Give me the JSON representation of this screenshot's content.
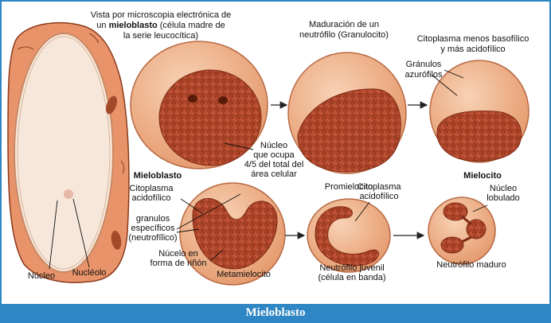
{
  "title_lines": [
    "Vista por microscopia electrónica de",
    "un |mieloblasto| (célula madre de",
    "la serie leucocítica)"
  ],
  "labels": {
    "maduracion": [
      "Maduración de un",
      "neutrófilo (Granulocito)"
    ],
    "citoplasma_menos": [
      "Citoplasma menos basofílico",
      "y más acidofílico"
    ],
    "granulos_azurofilos": [
      "Gránulos",
      "azurófilos"
    ],
    "nucleo_ocupa": [
      "Núcleo",
      "que ocupa",
      "4/5 del total del",
      "área celular"
    ],
    "mieloblasto_stage": "Mieloblasto",
    "promielocito": "Promielocito",
    "mielocito": "Mielocito",
    "citoplasma_acidofilico_left": [
      "Citoplasma",
      "acidofílico"
    ],
    "granulos_especificos": [
      "granulos",
      "específicos",
      "(neutrofílico)"
    ],
    "nucleo_rinon": [
      "Núcelo en",
      "forma de riñón"
    ],
    "metamielocito": "Metamielocito",
    "citoplasma_acidofilico_right": [
      "Citoplasma",
      "acidofílico"
    ],
    "neutrofilo_juvenil": [
      "Neutrófilo juvenil",
      "(célula en banda)"
    ],
    "nucleo_lobulado": [
      "Núcleo",
      "lobulado"
    ],
    "neutrofilo_maduro": "Neutrófilo maduro",
    "nucleo": "Núcleo",
    "nucleolo": "Nucléolo"
  },
  "caption": "Mieloblasto",
  "colors": {
    "cytoplasm": "#f0b48e",
    "nucleus": "#b5472a",
    "caption_bar": "#2f86c4"
  }
}
